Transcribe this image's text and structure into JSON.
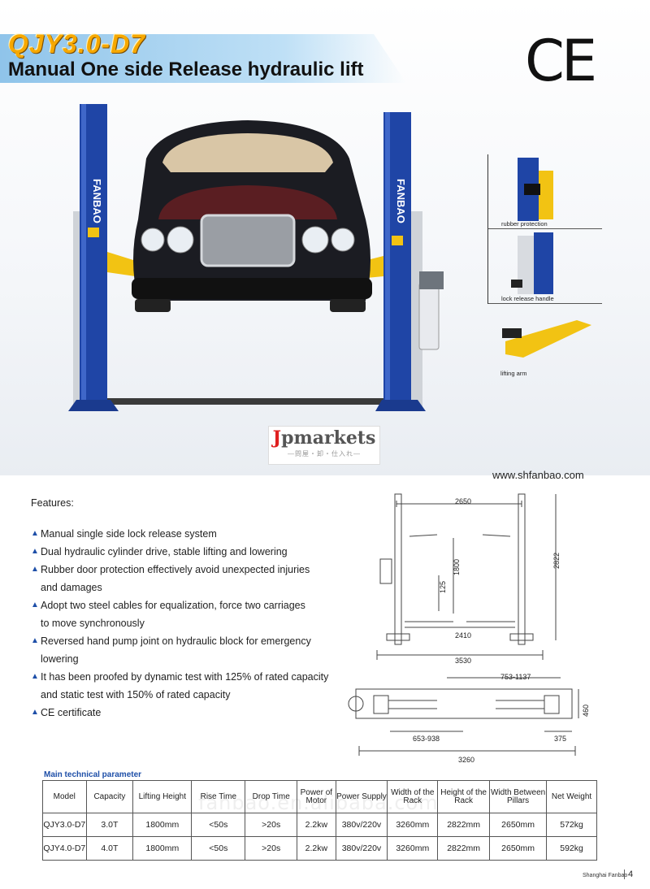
{
  "header": {
    "model": "QJY3.0-D7",
    "subtitle": "Manual One side Release hydraulic lift",
    "cert_mark": "CE"
  },
  "photo": {
    "pillar_text_left": "FANBAO",
    "pillar_text_right": "FANBAO"
  },
  "thumbnails": [
    {
      "caption": "rubber protection"
    },
    {
      "caption": "lock release handle"
    },
    {
      "caption": "lifting arm"
    }
  ],
  "watermark": {
    "brand_first": "J",
    "brand_rest": "pmarkets",
    "tagline": "—問屋・卸・仕入れ—"
  },
  "website": "www.shfanbao.com",
  "features": {
    "heading": "Features:",
    "items": [
      "Manual single side lock release system",
      "Dual hydraulic cylinder drive, stable lifting and lowering",
      "Rubber door protection effectively avoid unexpected injuries",
      "and damages",
      "Adopt two steel cables for equalization, force two carriages",
      "to move synchronously",
      "Reversed hand pump joint on hydraulic block for emergency",
      "lowering",
      "It has been proofed by dynamic test with 125% of rated capacity",
      "and static test with 150% of rated capacity",
      "CE certificate"
    ],
    "bullet_flags": [
      true,
      true,
      true,
      false,
      true,
      false,
      true,
      false,
      true,
      false,
      true
    ]
  },
  "drawing": {
    "dim_top_width": "2650",
    "dim_inner_width": "2410",
    "dim_overall_width": "3530",
    "dim_height": "2822",
    "dim_lift_height": "1800",
    "dim_min_height": "125",
    "dim_arm_right": "753-1137",
    "dim_arm_left": "653-938",
    "dim_depth": "460",
    "dim_offset": "375",
    "dim_base_length": "3260"
  },
  "tech": {
    "title": "Main technical parameter",
    "headers": [
      "Model",
      "Capacity",
      "Lifting Height",
      "Rise Time",
      "Drop Time",
      "Power of Motor",
      "Power Supply",
      "Width of the Rack",
      "Height of the Rack",
      "Width Between Pillars",
      "Net Weight"
    ],
    "rows": [
      [
        "QJY3.0-D7",
        "3.0T",
        "1800mm",
        "<50s",
        ">20s",
        "2.2kw",
        "380v/220v",
        "3260mm",
        "2822mm",
        "2650mm",
        "572kg"
      ],
      [
        "QJY4.0-D7",
        "4.0T",
        "1800mm",
        "<50s",
        ">20s",
        "2.2kw",
        "380v/220v",
        "3260mm",
        "2822mm",
        "2650mm",
        "592kg"
      ]
    ],
    "overlay_watermark": "fanbao.en.alibaba.com"
  },
  "footer": {
    "brand": "Shanghai Fanbao",
    "page": "4"
  },
  "colors": {
    "pillar_blue": "#1f45a6",
    "arm_yellow": "#f2c313",
    "bullet_blue": "#1e4fa8",
    "title_orange": "#f6a800"
  }
}
